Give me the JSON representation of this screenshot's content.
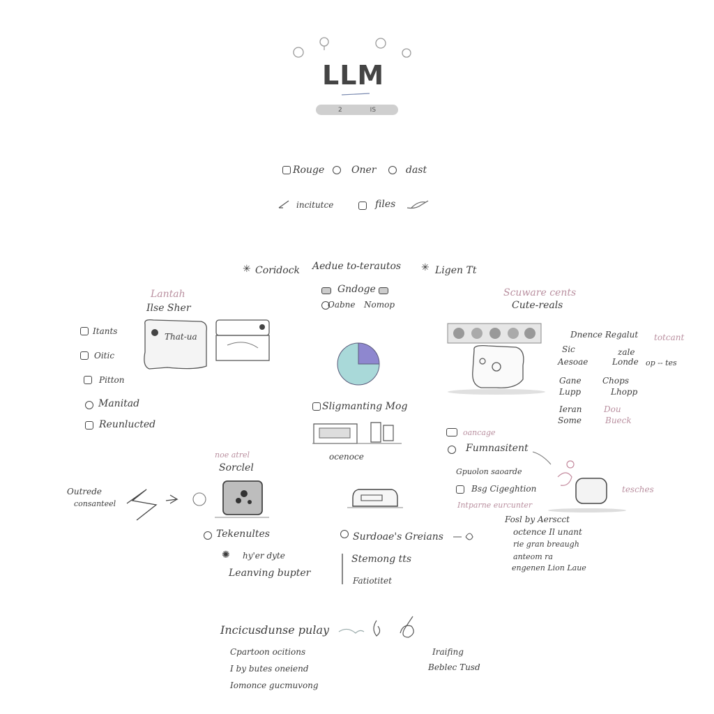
{
  "header": {
    "title": "LLM",
    "pill_left": "2",
    "pill_right": "IS"
  },
  "top_row1": [
    "Rouge",
    "Oner",
    "dast"
  ],
  "top_row2": [
    "incitutce",
    "files"
  ],
  "center_row": {
    "left": "Coridock",
    "middle": "Aedue to-terautos",
    "right": "Ligen Tt"
  },
  "center_box": {
    "line1": "Gndoge",
    "line2": "Oabne",
    "line3": "Nomop"
  },
  "left_panel": {
    "heading1": "Lantah",
    "heading2": "Ilse Sher",
    "bubble": "That-ua",
    "list": [
      "Itants",
      "Oitic",
      "Pitton",
      "Manitad",
      "Reunlucted"
    ]
  },
  "right_panel": {
    "heading1": "Scuware cents",
    "heading2": "Cute-reals",
    "caption": "Dnence Regalut",
    "side_label": "totcant",
    "table": [
      [
        "Sic",
        "zale"
      ],
      [
        "Aesoae",
        "Londe"
      ],
      [
        "Gane",
        "Chops"
      ],
      [
        "Lupp",
        "Lhopp"
      ],
      [
        "Ieran",
        "Dou"
      ],
      [
        "Some",
        "Bueck"
      ]
    ],
    "extra": "op -- tes"
  },
  "pie_section": {
    "label": "Sligmanting Mog",
    "sub": "ocenoce"
  },
  "right_mid": {
    "line1": "oancage",
    "line2": "Fumnasitent",
    "line3": "Gpuolon saoarde",
    "line4": "Bsg Cigeghtion",
    "line5": "Intparne eurcunter",
    "side": "tesches",
    "notes": [
      "Fosl by Aerscct",
      "octence Il unant",
      "rie gran breaugh",
      "anteom ra",
      "engenen Lion Laue"
    ]
  },
  "left_mid": {
    "heading1": "noe atrel",
    "heading2": "Sorclel",
    "arrow_text1": "Outrede",
    "arrow_text2": "consanteel",
    "label": "Tekenultes",
    "sub1": "hy'er dyte",
    "sub2": "Leanving bupter"
  },
  "center_low": {
    "line1": "Surdoae's Greians",
    "line2": "Stemong tts",
    "line3": "Fatiotitet"
  },
  "bottom": {
    "heading": "Incicusdunse pulay",
    "left": [
      "Cpartoon ocitions",
      "I by butes oneiend",
      "Iomonce gucmuvong"
    ],
    "right": [
      "Iraifing",
      "Beblec Tusd"
    ]
  },
  "pie_chart": {
    "slices": [
      {
        "value": 25,
        "color": "#8e87cf"
      },
      {
        "value": 75,
        "color": "#a9d9d9"
      }
    ],
    "accent_color": "#8e87cf",
    "secondary_color": "#a9d9d9"
  }
}
